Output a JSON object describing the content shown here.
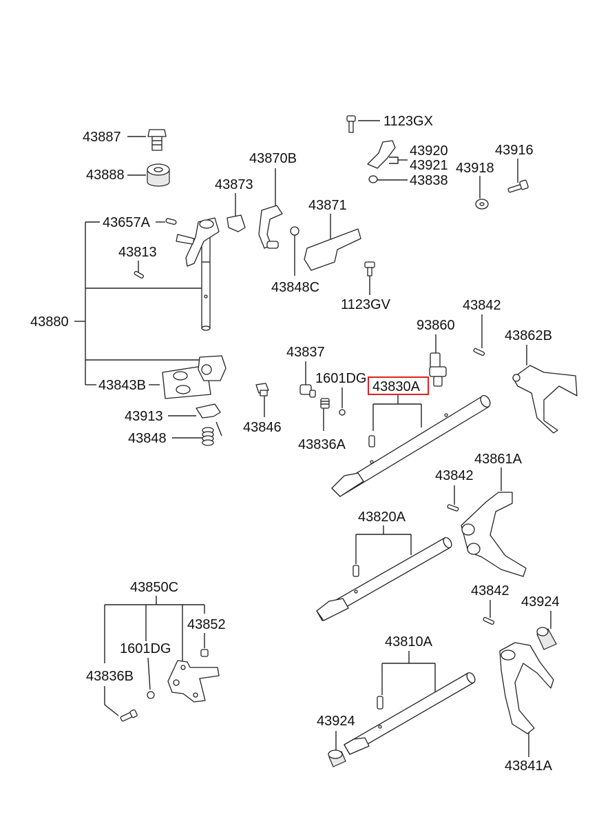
{
  "labels": {
    "p1123GX": "1123GX",
    "p43887": "43887",
    "p43870B": "43870B",
    "p43920": "43920",
    "p43921": "43921",
    "p43916": "43916",
    "p43888": "43888",
    "p43873": "43873",
    "p43838": "43838",
    "p43918": "43918",
    "p43871": "43871",
    "p43657A": "43657A",
    "p43813": "43813",
    "p43848C": "43848C",
    "p1123GV": "1123GV",
    "p43842_a": "43842",
    "p43880": "43880",
    "p93860": "93860",
    "p43862B": "43862B",
    "p43837": "43837",
    "p1601DG_a": "1601DG",
    "p43830A": "43830A",
    "p43843B": "43843B",
    "p43913": "43913",
    "p43846": "43846",
    "p43848": "43848",
    "p43836A": "43836A",
    "p43861A": "43861A",
    "p43842_b": "43842",
    "p43820A": "43820A",
    "p43850C": "43850C",
    "p43842_c": "43842",
    "p43924_a": "43924",
    "p43852": "43852",
    "p1601DG_b": "1601DG",
    "p43810A": "43810A",
    "p43836B": "43836B",
    "p43924_b": "43924",
    "p43841A": "43841A"
  },
  "highlight": {
    "part": "43830A",
    "color": "#e02020"
  }
}
